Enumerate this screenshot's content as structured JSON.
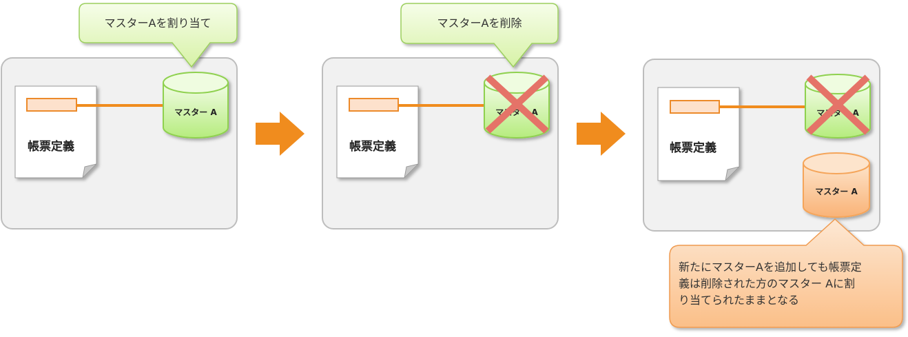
{
  "steps": [
    {
      "callout": "マスターAを割り当て",
      "document_label": "帳票定義",
      "master_label": "マスター A",
      "deleted": false
    },
    {
      "callout": "マスターAを削除",
      "document_label": "帳票定義",
      "master_label": "マスター A",
      "deleted": true
    },
    {
      "document_label": "帳票定義",
      "master_label": "マスター A",
      "deleted": true,
      "new_master_label": "マスター A",
      "note_lines": [
        "新たにマスターAを追加しても帳票定",
        "義は削除された方のマスター Aに割",
        "り当てられたままとなる"
      ]
    }
  ],
  "colors": {
    "arrow": "#f08c1e",
    "link": "#f08c1e",
    "delete_mark": "#e57368",
    "green": "#8fd14f",
    "orange": "#f5a55a"
  }
}
